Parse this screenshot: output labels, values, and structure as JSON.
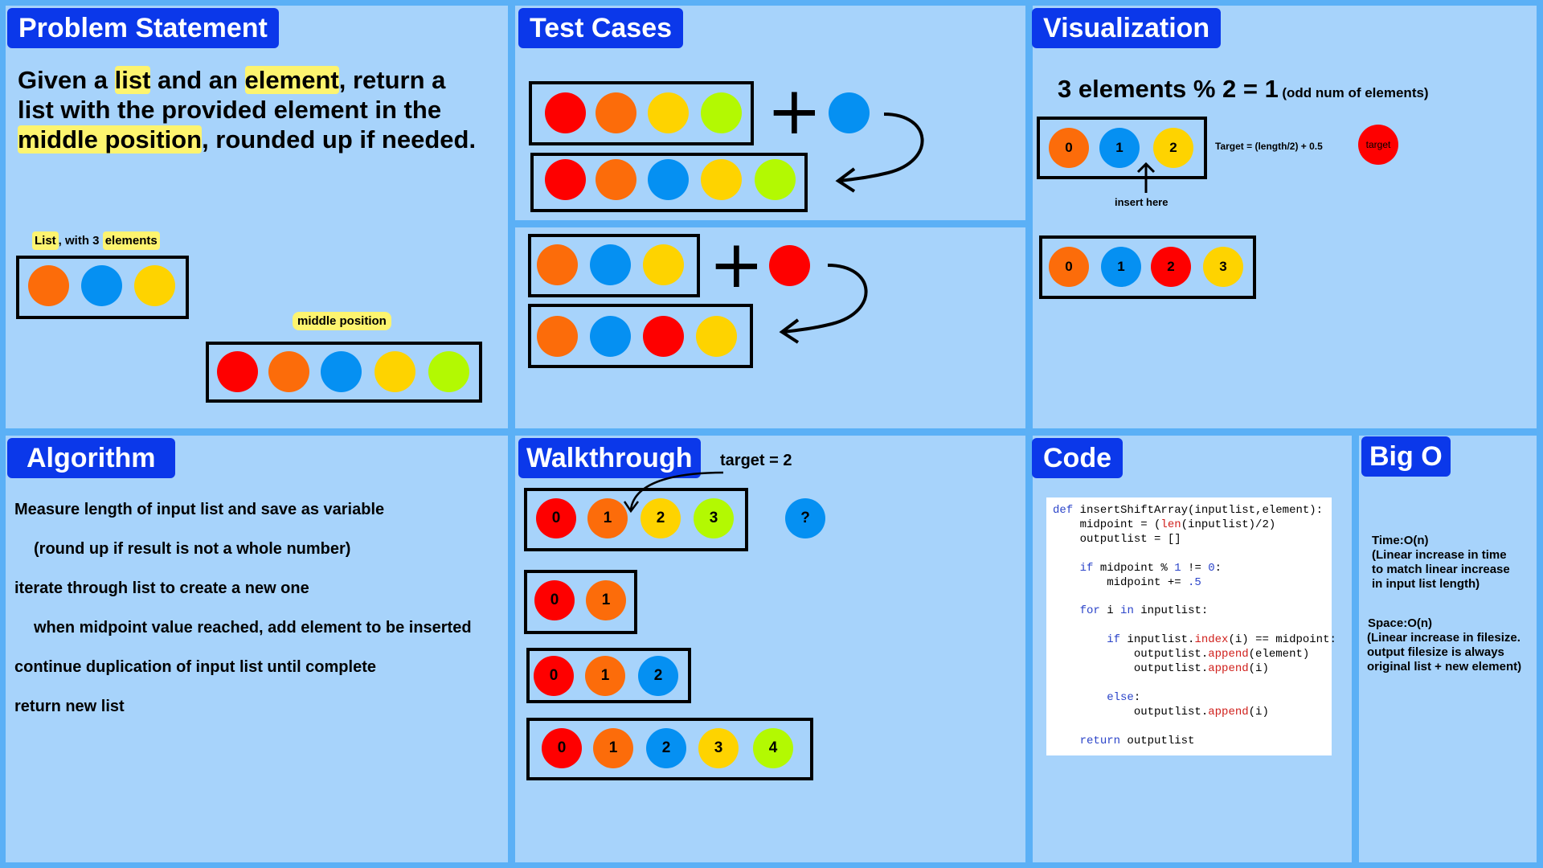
{
  "colors": {
    "background": "#a7d3fb",
    "title_bar": "#0b38ea",
    "highlight": "#fdf46f",
    "red": "#fe0000",
    "orange": "#fc6c0a",
    "blue": "#0590f2",
    "yellow": "#fed300",
    "lime": "#b3f902"
  },
  "problem": {
    "title": "Problem Statement",
    "s1": "Given a ",
    "h1": "list",
    "s2": " and an ",
    "h2": "element",
    "s3": ", return a",
    "s4": "list with the provided element in the",
    "h3": "middle position",
    "s5": ", rounded up if needed.",
    "list_tag_hl1": "List",
    "list_tag_mid": ", with 3 ",
    "list_tag_hl2": "elements",
    "middle_tag": "middle position"
  },
  "test_cases": {
    "title": "Test Cases",
    "plus": "+"
  },
  "visualization": {
    "title": "Visualization",
    "equation": "3 elements % 2 = 1",
    "note": "(odd num of elements)",
    "formula": "Target = (length/2) + 0.5",
    "target_label": "target",
    "insert_label": "insert here",
    "row1_labels": [
      "0",
      "1",
      "2"
    ],
    "row2_labels": [
      "0",
      "1",
      "2",
      "3"
    ]
  },
  "algorithm": {
    "title": "Algorithm",
    "lines": [
      "Measure length of input list and save as variable",
      "(round up if result is not a whole number)",
      "iterate through list to create a new one",
      "when midpoint value reached, add element to be inserted",
      "continue duplication of input list until complete",
      "return new list"
    ]
  },
  "walkthrough": {
    "title": "Walkthrough",
    "target": "target = 2",
    "unknown": "?",
    "rows": [
      [
        "0",
        "1",
        "2",
        "3"
      ],
      [
        "0",
        "1"
      ],
      [
        "0",
        "1",
        "2"
      ],
      [
        "0",
        "1",
        "2",
        "3",
        "4"
      ]
    ]
  },
  "code": {
    "title": "Code",
    "lines": [
      [
        {
          "t": "def",
          "c": "kw"
        },
        {
          "t": " insertShiftArray(inputlist,element):",
          "c": ""
        }
      ],
      [
        {
          "t": "    midpoint = (",
          "c": ""
        },
        {
          "t": "len",
          "c": "fn"
        },
        {
          "t": "(inputlist)/2)",
          "c": ""
        }
      ],
      [
        {
          "t": "    outputlist = []",
          "c": ""
        }
      ],
      [
        {
          "t": "",
          "c": ""
        }
      ],
      [
        {
          "t": "    ",
          "c": ""
        },
        {
          "t": "if",
          "c": "kw"
        },
        {
          "t": " midpoint % ",
          "c": ""
        },
        {
          "t": "1",
          "c": "num"
        },
        {
          "t": " != ",
          "c": ""
        },
        {
          "t": "0",
          "c": "num"
        },
        {
          "t": ":",
          "c": ""
        }
      ],
      [
        {
          "t": "        midpoint += ",
          "c": ""
        },
        {
          "t": ".5",
          "c": "num"
        }
      ],
      [
        {
          "t": "",
          "c": ""
        }
      ],
      [
        {
          "t": "    ",
          "c": ""
        },
        {
          "t": "for",
          "c": "kw"
        },
        {
          "t": " i ",
          "c": ""
        },
        {
          "t": "in",
          "c": "kw"
        },
        {
          "t": " inputlist:",
          "c": ""
        }
      ],
      [
        {
          "t": "",
          "c": ""
        }
      ],
      [
        {
          "t": "        ",
          "c": ""
        },
        {
          "t": "if",
          "c": "kw"
        },
        {
          "t": " inputlist.",
          "c": ""
        },
        {
          "t": "index",
          "c": "fn"
        },
        {
          "t": "(i) == midpoint:",
          "c": ""
        }
      ],
      [
        {
          "t": "            outputlist.",
          "c": ""
        },
        {
          "t": "append",
          "c": "fn"
        },
        {
          "t": "(element)",
          "c": ""
        }
      ],
      [
        {
          "t": "            outputlist.",
          "c": ""
        },
        {
          "t": "append",
          "c": "fn"
        },
        {
          "t": "(i)",
          "c": ""
        }
      ],
      [
        {
          "t": "",
          "c": ""
        }
      ],
      [
        {
          "t": "        ",
          "c": ""
        },
        {
          "t": "else",
          "c": "kw"
        },
        {
          "t": ":",
          "c": ""
        }
      ],
      [
        {
          "t": "            outputlist.",
          "c": ""
        },
        {
          "t": "append",
          "c": "fn"
        },
        {
          "t": "(i)",
          "c": ""
        }
      ],
      [
        {
          "t": "",
          "c": ""
        }
      ],
      [
        {
          "t": "    ",
          "c": ""
        },
        {
          "t": "return",
          "c": "kw"
        },
        {
          "t": " outputlist",
          "c": ""
        }
      ]
    ]
  },
  "bigo": {
    "title": "Big O",
    "time": [
      "Time:O(n)",
      "(Linear increase in time",
      "to match linear increase",
      "in input list length)"
    ],
    "space": [
      "Space:O(n)",
      "(Linear increase in filesize.",
      "output filesize is always",
      "original list + new element)"
    ]
  }
}
